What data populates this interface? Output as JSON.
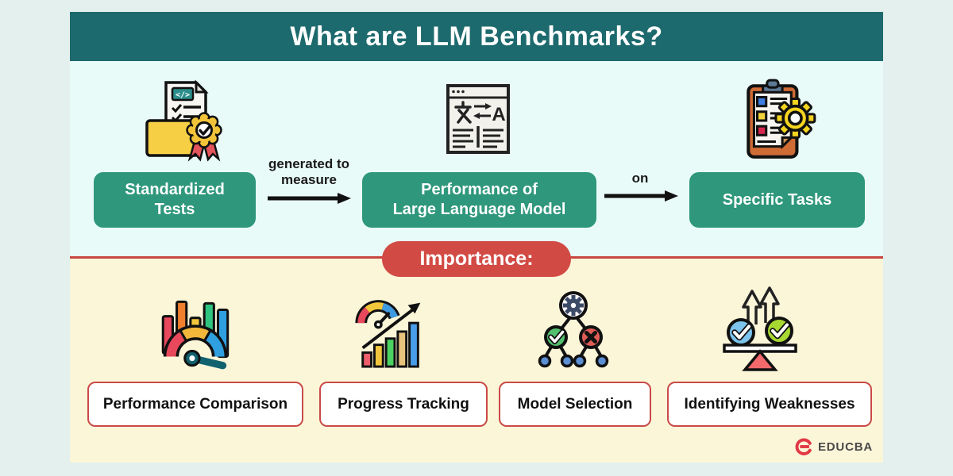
{
  "header": {
    "title": "What are LLM Benchmarks?"
  },
  "flow": {
    "nodes": [
      {
        "label": "Standardized Tests",
        "label_lines": [
          "Standardized",
          "Tests"
        ],
        "icon": "certified-tests-folder-icon"
      },
      {
        "label": "Performance of Large Language Model",
        "label_lines": [
          "Performance of",
          "Large Language Model"
        ],
        "icon": "translation-window-icon"
      },
      {
        "label": "Specific Tasks",
        "label_lines": [
          "Specific Tasks"
        ],
        "icon": "clipboard-gear-icon"
      }
    ],
    "connectors": [
      {
        "label": "generated to measure",
        "label_lines": [
          "generated to",
          "measure"
        ]
      },
      {
        "label": "on",
        "label_lines": [
          "on"
        ]
      }
    ]
  },
  "importance": {
    "title": "Importance:",
    "items": [
      {
        "label": "Performance Comparison",
        "icon": "speedometer-bars-icon"
      },
      {
        "label": "Progress Tracking",
        "icon": "gauge-growth-chart-icon"
      },
      {
        "label": "Model Selection",
        "icon": "decision-tree-icon"
      },
      {
        "label": "Identifying Weaknesses",
        "icon": "balance-scale-icon"
      }
    ]
  },
  "branding": {
    "logo_text": "EDUCBA"
  },
  "colors": {
    "banner_teal": "#1d6a6e",
    "node_green": "#2e977c",
    "mint_bg": "#e9fbf8",
    "yellow_bg": "#fcf6d9",
    "importance_red": "#d24a44",
    "divider_red": "#c8463f",
    "label_border_red": "#c94a47",
    "logo_red": "#e23744"
  }
}
